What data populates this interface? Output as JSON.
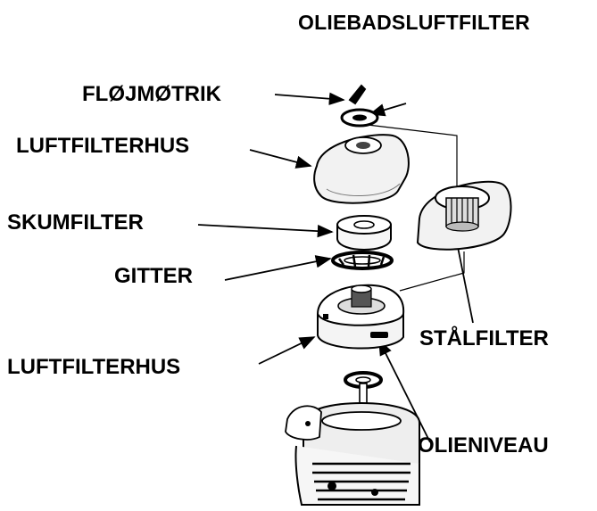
{
  "title": "OLIEBADSLUFTFILTER",
  "labels": {
    "wing_nut": "FLØJMØTRIK",
    "filter_housing_top": "LUFTFILTERHUS",
    "foam_filter": "SKUMFILTER",
    "grid": "GITTER",
    "filter_housing_bottom": "LUFTFILTERHUS",
    "steel_filter": "STÅLFILTER",
    "oil_level": "OLIENIVEAU"
  }
}
